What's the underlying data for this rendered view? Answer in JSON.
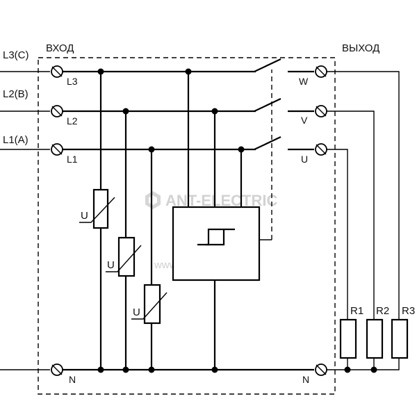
{
  "labels": {
    "input_title": "ВХОД",
    "output_title": "ВЫХОД",
    "line_l3": "L3(C)",
    "line_l2": "L2(B)",
    "line_l1": "L1(A)",
    "term_l3": "L3",
    "term_l2": "L2",
    "term_l1": "L1",
    "term_n_in": "N",
    "term_w": "W",
    "term_v": "V",
    "term_u": "U",
    "term_n_out": "N",
    "varistor_1": "U",
    "varistor_2": "U",
    "varistor_3": "U",
    "load_r1": "R1",
    "load_r2": "R2",
    "load_r3": "R3"
  },
  "watermark": {
    "brand": "ANT-ELECTRIC",
    "url": "www.ant-electric.ru"
  },
  "colors": {
    "line": "#000000",
    "background": "#ffffff",
    "watermark": "#d2d2d2"
  }
}
